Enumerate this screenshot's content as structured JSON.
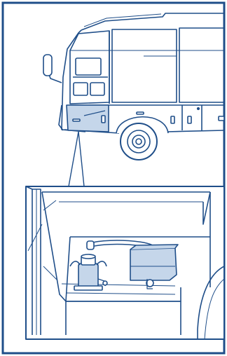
{
  "figure": {
    "subject": "bus",
    "highlighted_part": "front-lower-side-compartment",
    "detail_view": "compartment-interior",
    "components": [
      "bottle-jack",
      "coolant-reservoir-tank",
      "hose",
      "compartment-door-frame"
    ],
    "colors": {
      "line": "#1f4e89",
      "highlight": "#c5d6ea",
      "white": "#ffffff"
    }
  }
}
